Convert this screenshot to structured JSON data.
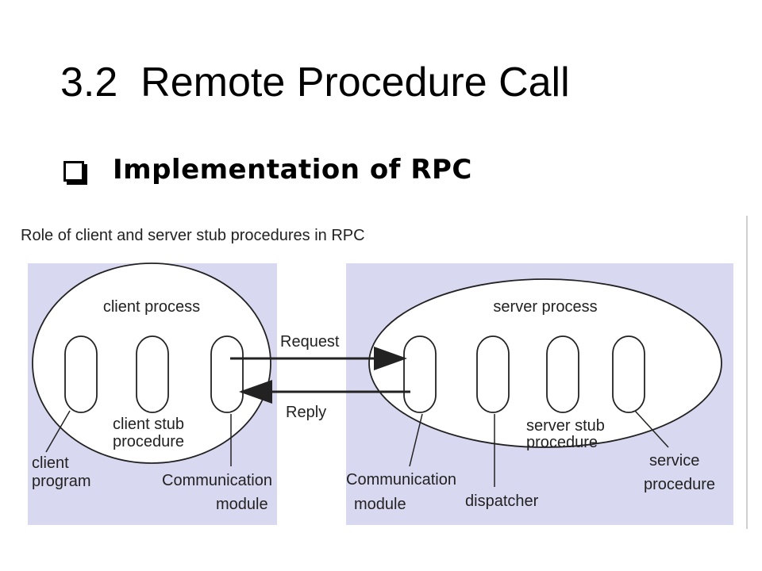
{
  "slide": {
    "title": "3.2  Remote Procedure Call",
    "bullet": "Implementation of RPC"
  },
  "figure": {
    "caption": "Role of client and server stub procedures in RPC",
    "client": {
      "process_label": "client process",
      "stub_label_line1": "client stub",
      "stub_label_line2": "procedure",
      "program_label_line1": "client",
      "program_label_line2": "program",
      "comm_label_line1": "Communication",
      "comm_label_line2": "module"
    },
    "server": {
      "process_label": "server process",
      "stub_label_line1": "server stub",
      "stub_label_line2": "procedure",
      "service_label_line1": "service",
      "service_label_line2": "procedure",
      "comm_label_line1": "Communication",
      "comm_label_line2": "module",
      "dispatcher_label": "dispatcher"
    },
    "arrows": {
      "request_label": "Request",
      "reply_label": "Reply"
    },
    "colors": {
      "caption": "#3355cc",
      "panel": "#d8d9f0",
      "ellipse_fill": "#ffffff",
      "stroke": "#222222"
    }
  }
}
